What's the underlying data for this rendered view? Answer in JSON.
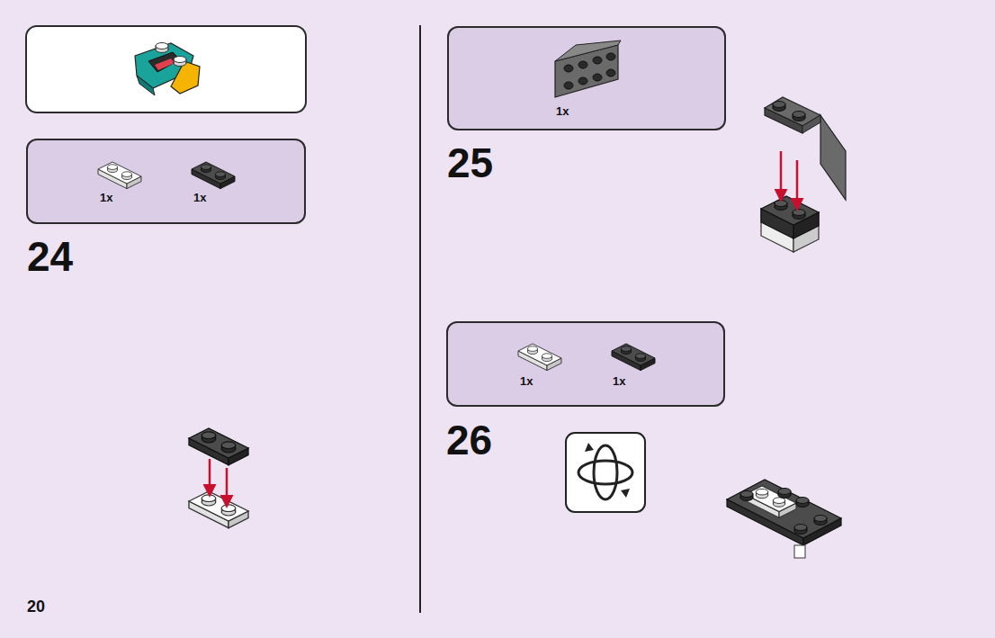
{
  "diagram": {
    "nodes": [
      {
        "text": [
          "1x",
          "1x"
        ]
      },
      {
        "text": [
          "1x"
        ]
      },
      {
        "text": [
          "1x",
          "1x"
        ]
      }
    ],
    "labels": [
      "24",
      "25",
      "26",
      "20"
    ]
  }
}
